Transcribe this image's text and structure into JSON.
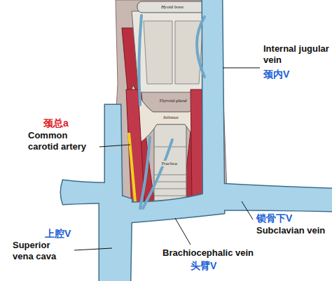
{
  "diagram": {
    "labels": [
      "Hyoid bone",
      "Thyroid gland",
      "Isthmus",
      "Trachea",
      "Internal jugular vein",
      "颈内V",
      "颈总a",
      "Common carotid artery",
      "锁骨下V",
      "Subclavian vein",
      "上腔V",
      "Superior vena cava",
      "Brachiocephalic vein",
      "头臂V"
    ]
  }
}
